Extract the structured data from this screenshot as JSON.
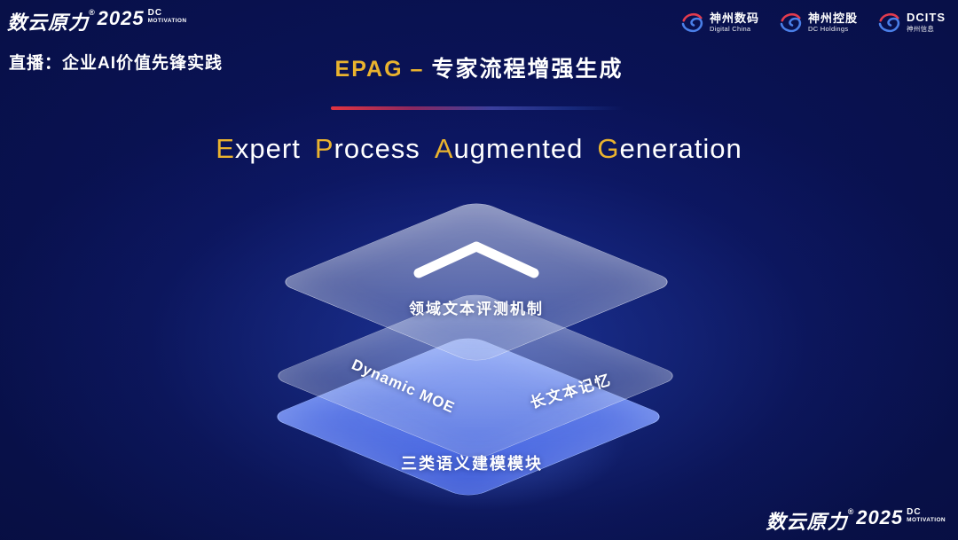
{
  "header": {
    "brand": {
      "name": "数云原力",
      "reg": "®",
      "year": "2025",
      "dc": "DC",
      "motivation": "MOTIVATION"
    },
    "live_label": "直播：企业AI价值先锋实践",
    "title": {
      "highlight": "EPAG",
      "separator": "–",
      "rest": "专家流程增强生成"
    },
    "logos": [
      {
        "line1": "神州数码",
        "line2": "Digital China"
      },
      {
        "line1": "神州控股",
        "line2": "DC Holdings"
      },
      {
        "line1": "DCITS",
        "line2": "神州信息"
      }
    ]
  },
  "main": {
    "heading": {
      "words": [
        {
          "initial": "E",
          "rest": "xpert"
        },
        {
          "initial": "P",
          "rest": "rocess"
        },
        {
          "initial": "A",
          "rest": "ugmented"
        },
        {
          "initial": "G",
          "rest": "eneration"
        }
      ]
    },
    "layers": {
      "top": {
        "label": "领域文本评测机制"
      },
      "middle": {
        "label_left": "Dynamic MOE",
        "label_right": "长文本记忆"
      },
      "bottom": {
        "label": "三类语义建模模块"
      }
    }
  },
  "footer": {
    "brand": {
      "name": "数云原力",
      "reg": "®",
      "year": "2025",
      "dc": "DC",
      "motivation": "MOTIVATION"
    }
  },
  "colors": {
    "gold": "#eab32e",
    "background": "#081048",
    "layer_blue": "#4e6ff0",
    "divider_red": "#e23440"
  }
}
